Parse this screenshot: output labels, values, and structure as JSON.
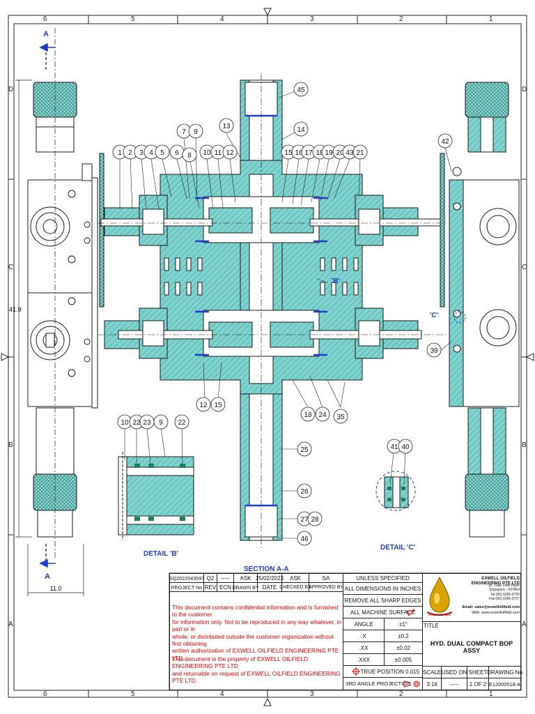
{
  "zones": {
    "top": [
      "6",
      "5",
      "4",
      "3",
      "2",
      "1"
    ],
    "bottom": [
      "6",
      "5",
      "4",
      "3",
      "2",
      "1"
    ],
    "left": [
      "D",
      "C",
      "B",
      "A"
    ],
    "right": [
      "D",
      "C",
      "B",
      "A"
    ]
  },
  "section_markers": {
    "top": "A",
    "bottom": "A"
  },
  "dimensions": {
    "height": "41.9",
    "width": "11.0"
  },
  "balloons": {
    "b1": "1",
    "b2": "2",
    "b3": "3",
    "b4": "4",
    "b5": "5",
    "b6": "6",
    "b7": "7",
    "b8": "8",
    "b9": "9",
    "b10": "10",
    "b11": "11",
    "b12": "12",
    "b13": "13",
    "b14": "14",
    "b15": "15",
    "b16": "16",
    "b17": "17",
    "b18": "18",
    "b19": "19",
    "b20": "20",
    "b43": "43",
    "b21": "21",
    "b45": "45",
    "b42": "42",
    "b39": "39",
    "b12l": "12",
    "b15l": "15",
    "b18l": "18",
    "b24": "24",
    "b35": "35",
    "b25": "25",
    "b26": "26",
    "b27": "27",
    "b28": "28",
    "b46": "46",
    "d10": "10",
    "d22a": "22",
    "d23": "23",
    "d9": "9",
    "d22b": "22",
    "c41": "41",
    "c40": "40"
  },
  "labels": {
    "detail_b_callout": "'B'",
    "detail_c_callout": "'C'",
    "detail_b_title": "DETAIL 'B'",
    "detail_c_title": "DETAIL 'C'",
    "section_title": "SECTION A-A"
  },
  "title_block": {
    "rev_row": [
      "SQ2022043597",
      "Q2",
      "-----",
      "ASK",
      "25/02/2023",
      "ASK",
      "SA"
    ],
    "hdr_row": [
      "PROJECT No",
      "REV",
      "ECN",
      "DRAWN BY",
      "DATE",
      "CHECKED BY",
      "APPROVED BY"
    ],
    "spec": [
      "UNLESS SPECIFIED",
      "ALL DIMENSIONS IN INCHES",
      "REMOVE ALL SHARP EDGES",
      "ALL MACHINE SURFACE"
    ],
    "tol": [
      [
        "ANGLE",
        "±1°"
      ],
      [
        ".X",
        "±0.2"
      ],
      [
        ".XX",
        "±0.02"
      ],
      [
        ".XXX",
        "±0.005"
      ]
    ],
    "true_position": "TRUE POSITION 0.015",
    "projection": "3RD ANGLE PROJECTION",
    "company": "EXWELL OILFIELD ENGINEERING PTE LTD",
    "address": [
      "18, Tuas View Place",
      "Singapore - 637864",
      "Tel:(65) 6265-9726",
      "Fax:(65) 6265-9727"
    ],
    "email": "Email: sales@exwelloilfield.com",
    "web": "Web: www.exwelloilfield.com",
    "logo_text": "EXWELL OILFIELD",
    "title_hdr": "TITLE",
    "title": "HYD. DUAL COMPACT BOP ASSY",
    "hdr2": [
      "SCALE",
      "USED ON",
      "SHEET",
      "DRAWING No"
    ],
    "vals2": [
      "3:16",
      "-----",
      "1 OF 2",
      "E12000518-A"
    ],
    "notes": [
      "This document contains confidential information and is furnished to the customer",
      "for information only. Not to be reproduced in any way whatever, in part or in",
      "whole, or distributed outside the customer organization without first obtaining",
      "written authorization of  EXWELL OILFIELD  ENGINEERING PTE LTD."
    ],
    "notes2": [
      "This document is the property of EXWELL OILFIELD  ENGINEERING PTE LTD",
      "and returnable on request of EXWELL OILFIELD  ENGINEERING PTE LTD."
    ]
  },
  "colors": {
    "hatch": "#7fd3cf",
    "line": "#1a1a1a",
    "blue": "#1f3ccf",
    "red": "#e00000"
  }
}
